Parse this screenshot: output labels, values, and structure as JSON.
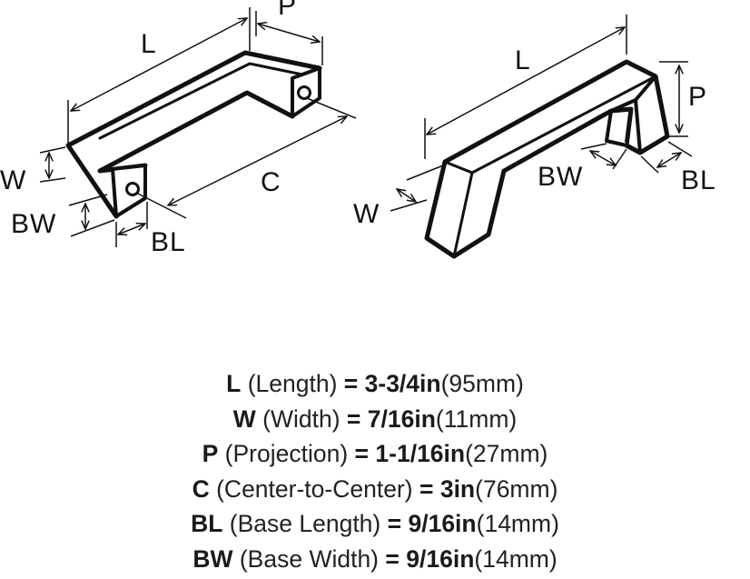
{
  "labels": {
    "left": {
      "l": "L",
      "p": "P",
      "w": "W",
      "c": "C",
      "bw": "BW",
      "bl": "BL"
    },
    "right": {
      "l": "L",
      "p": "P",
      "w": "W",
      "bw": "BW",
      "bl": "BL"
    }
  },
  "specs": [
    {
      "key": "L",
      "desc": "(Length)",
      "eq": "=",
      "value": "3-3/4in",
      "metric": "(95mm)"
    },
    {
      "key": "W",
      "desc": "(Width)",
      "eq": "=",
      "value": "7/16in",
      "metric": "(11mm)"
    },
    {
      "key": "P",
      "desc": "(Projection)",
      "eq": "=",
      "value": "1-1/16in",
      "metric": "(27mm)"
    },
    {
      "key": "C",
      "desc": "(Center-to-Center)",
      "eq": "=",
      "value": "3in",
      "metric": "(76mm)"
    },
    {
      "key": "BL",
      "desc": "(Base Length)",
      "eq": "=",
      "value": "9/16in",
      "metric": "(14mm)"
    },
    {
      "key": "BW",
      "desc": "(Base Width)",
      "eq": "=",
      "value": "9/16in",
      "metric": "(14mm)"
    }
  ]
}
